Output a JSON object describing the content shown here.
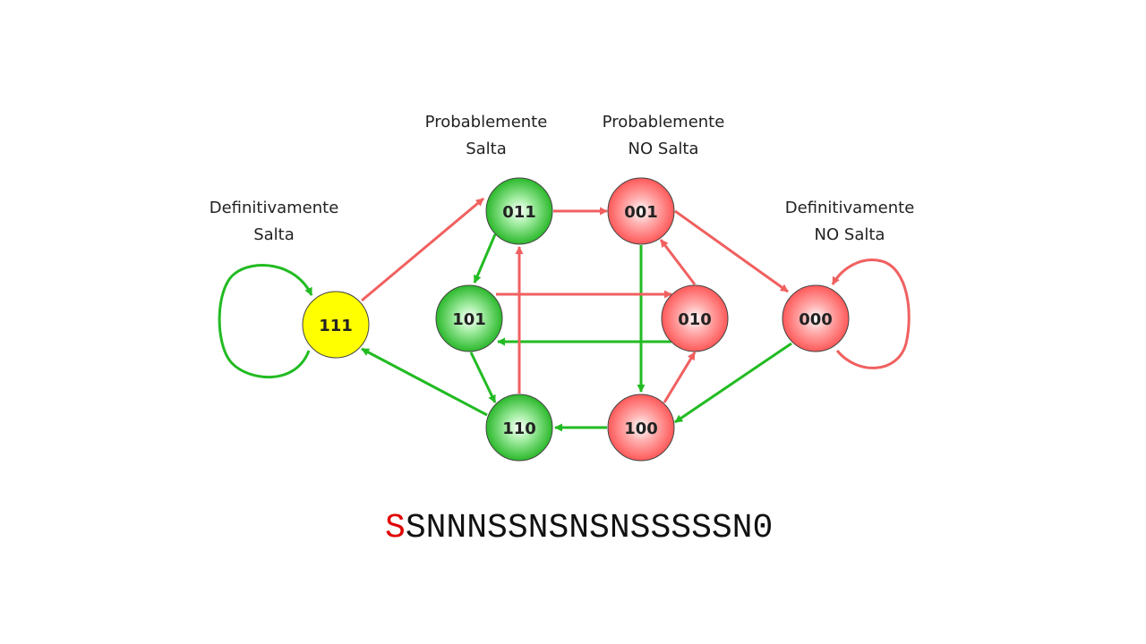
{
  "colors": {
    "taken": "#ff6060",
    "not_taken": "#22bb22",
    "strong_taken_state": "#ffff00",
    "current_char": "#e10000"
  },
  "captions": {
    "strong_taken": [
      "Definitivamente",
      "Salta"
    ],
    "weak_taken": [
      "Probablemente",
      "Salta"
    ],
    "weak_not_taken": [
      "Probablemente",
      "NO Salta"
    ],
    "strong_not_taken": [
      "Definitivamente",
      "NO Salta"
    ]
  },
  "states": [
    {
      "id": "111",
      "label": "111",
      "fill": "yellow"
    },
    {
      "id": "011",
      "label": "011",
      "fill": "green"
    },
    {
      "id": "101",
      "label": "101",
      "fill": "green"
    },
    {
      "id": "110",
      "label": "110",
      "fill": "green"
    },
    {
      "id": "001",
      "label": "001",
      "fill": "red"
    },
    {
      "id": "010",
      "label": "010",
      "fill": "red"
    },
    {
      "id": "100",
      "label": "100",
      "fill": "red"
    },
    {
      "id": "000",
      "label": "000",
      "fill": "red"
    }
  ],
  "transitions": [
    {
      "from": "111",
      "to": "111",
      "outcome": "S"
    },
    {
      "from": "111",
      "to": "011",
      "outcome": "N"
    },
    {
      "from": "011",
      "to": "001",
      "outcome": "N"
    },
    {
      "from": "011",
      "to": "101",
      "outcome": "S"
    },
    {
      "from": "001",
      "to": "000",
      "outcome": "N"
    },
    {
      "from": "001",
      "to": "100",
      "outcome": "S"
    },
    {
      "from": "101",
      "to": "010",
      "outcome": "N"
    },
    {
      "from": "101",
      "to": "110",
      "outcome": "S"
    },
    {
      "from": "010",
      "to": "001",
      "outcome": "N"
    },
    {
      "from": "010",
      "to": "101",
      "outcome": "S"
    },
    {
      "from": "110",
      "to": "011",
      "outcome": "N"
    },
    {
      "from": "110",
      "to": "111",
      "outcome": "S"
    },
    {
      "from": "100",
      "to": "010",
      "outcome": "N"
    },
    {
      "from": "100",
      "to": "110",
      "outcome": "S"
    },
    {
      "from": "000",
      "to": "000",
      "outcome": "N"
    },
    {
      "from": "000",
      "to": "100",
      "outcome": "S"
    }
  ],
  "sequence": {
    "current": "S",
    "rest": "SNNNSSNSNSNSSSSSN",
    "counter": "0"
  }
}
